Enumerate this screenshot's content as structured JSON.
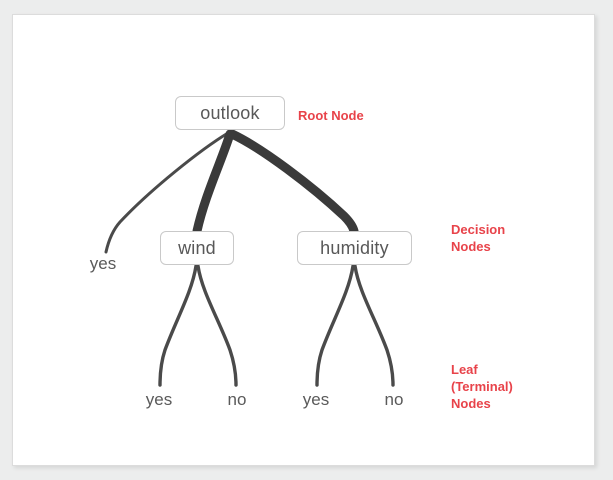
{
  "diagram": {
    "title_annotations": {
      "root": "Root Node",
      "decision": "Decision\nNodes",
      "leaf": "Leaf\n(Terminal)\nNodes"
    },
    "nodes": {
      "root": {
        "label": "outlook",
        "type": "root"
      },
      "decision_left": {
        "label": "wind",
        "type": "decision"
      },
      "decision_right": {
        "label": "humidity",
        "type": "decision"
      }
    },
    "leaves": {
      "root_left": "yes",
      "wind_left": "yes",
      "wind_right": "no",
      "humidity_left": "yes",
      "humidity_right": "no"
    },
    "colors": {
      "annotation_red": "#e8434a",
      "node_text": "#585858",
      "node_border": "#c9c9c9",
      "edge_dark": "#3a3a3a",
      "edge_thin": "#4a4a4a",
      "card_background": "#ffffff",
      "page_background": "#eceded"
    }
  }
}
